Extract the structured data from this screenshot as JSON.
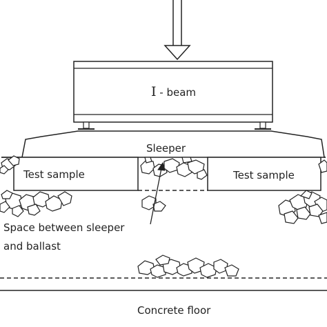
{
  "labels": {
    "ibeam_symbol": "I",
    "ibeam_text": " - beam",
    "sleeper": "Sleeper",
    "test_sample_left": "Test sample",
    "test_sample_right": "Test sample",
    "gap_line1": "Space between sleeper",
    "gap_line2": "and ballast",
    "floor": "Concrete floor"
  },
  "colors": {
    "line": "#222222",
    "background": "#ffffff"
  }
}
